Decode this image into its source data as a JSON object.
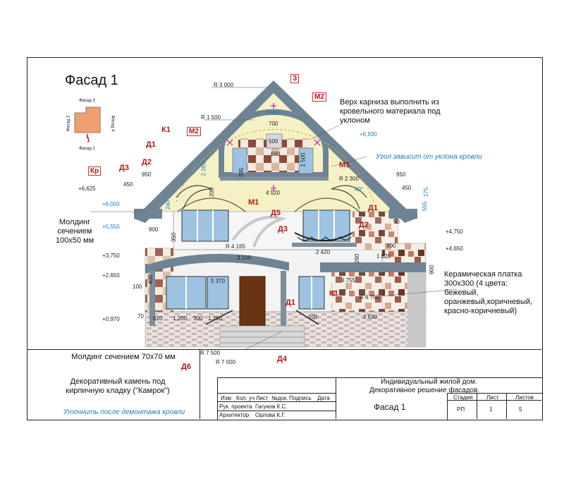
{
  "sheet": {
    "title": "Фасад 1",
    "keyplan": {
      "top": "Фасад 3",
      "left": "Фасад 2",
      "right": "Фасад 4",
      "bottom": "Фасад 1",
      "marker": "1"
    },
    "notes": {
      "cornice": "Верх карниза выполнить из кровельного материала под уклоном",
      "angle": "Угол зависит от уклона кровли",
      "molding_left": "Молдинг сечением 100х50 мм",
      "ceramic": "Керамическая платка 300х300 (4 цвета: бежевый, оранжевый,коричневый, красно-коричневый)",
      "molding_bottom": "Молдинг сечением 70х70 мм",
      "stone": "Декоративный камень под кирпичную кладку (\"Камрок\")",
      "clarify": "Уточнить после демонтажа кровли"
    },
    "tags": {
      "z": "З",
      "m2a": "М2",
      "m2b": "М2",
      "k1a": "К1",
      "d1a": "Д1",
      "d2a": "Д2",
      "d3a": "Д3",
      "kr": "Кр",
      "m1a": "М1",
      "m1b": "М1",
      "d5": "Д5",
      "d1b": "Д1",
      "d2b": "Д2",
      "d3b": "Д3",
      "k1b": "К1",
      "d1c": "Д1",
      "d4": "Д4",
      "d6": "Д6"
    },
    "dims": {
      "r3000": "R 3 000",
      "r1500": "R 1 500",
      "d3860": "3 860",
      "d700": "700",
      "d500": "500",
      "d660": "660",
      "d1500": "1 500",
      "d2365": "2 365",
      "d295": "295",
      "d950a": "950",
      "d450a": "450",
      "d950b": "950",
      "d450b": "450",
      "r2300": "R 2 300",
      "d40": "40°",
      "d4520": "4 520",
      "d240": "240",
      "d200": "200",
      "d555": "555",
      "d175": "175",
      "d900a": "900",
      "d50": "50",
      "d350": "350",
      "r4165": "R 4 165",
      "d3100": "3 100",
      "d2420": "2 420",
      "d900b": "900",
      "d1620": "1 620",
      "d260": "260",
      "d4755": "4 755",
      "r6750": "R 6 750",
      "d2630": "2 630",
      "d5370": "5 370",
      "d400": "400",
      "d100": "100",
      "d810": "810",
      "d1200a": "1 200",
      "d300": "300",
      "d1200b": "1 200",
      "d70": "70",
      "d100b": "100",
      "d900c": "900",
      "r7500": "R 7 500",
      "r7000": "R 7 000"
    },
    "levels": {
      "l6930": "+6,930",
      "l6625": "+6,625",
      "l6000": "+6,000",
      "l5550": "+5,550",
      "l4750": "+4,750",
      "l4650": "+4,650",
      "l3750": "+3,750",
      "l2650": "+2,650",
      "l0970": "+0,970"
    },
    "titleblock": {
      "project": "Индивидуальный жилой дом.",
      "desc": "Декоративное решение фасадов.",
      "sheet_name": "Фасад 1",
      "headers": [
        "Изм.",
        "Кол. уч",
        "Лист",
        "№док.",
        "Подпись",
        "Дата"
      ],
      "roles": [
        {
          "role": "Рук. проекта",
          "name": "Гагунов К.С."
        },
        {
          "role": "Архитектор",
          "name": "Орлова К.Г."
        }
      ],
      "stage_label": "Стадия",
      "sheet_label": "Лист",
      "sheets_label": "Листов",
      "stage": "РП",
      "sheet": "1",
      "sheets": "5"
    },
    "colors": {
      "roof": "#6e8494",
      "gable_fill": "#f6f1c4",
      "brick": "#a0655a",
      "door": "#6a3414",
      "window": "#9ec3e2",
      "accent": "#b01818",
      "blue_note": "#1a7bbd",
      "key_square": "#f0a070"
    }
  }
}
